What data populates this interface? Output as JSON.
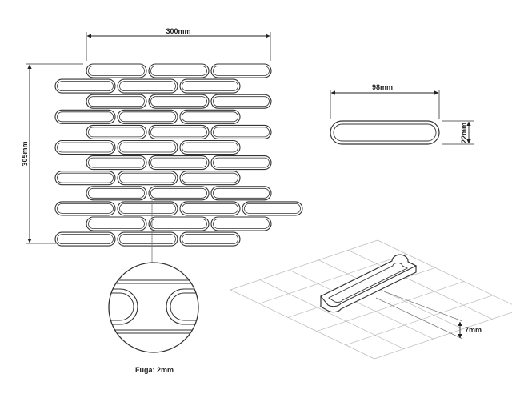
{
  "dimensions": {
    "sheet_width": "300mm",
    "sheet_height": "305mm",
    "tile_length": "98mm",
    "tile_width": "22mm",
    "tile_thickness": "7mm"
  },
  "caption": "Fuga: 2mm",
  "colors": {
    "line": "#333333",
    "grid": "#bbbbbb",
    "background": "#ffffff"
  }
}
